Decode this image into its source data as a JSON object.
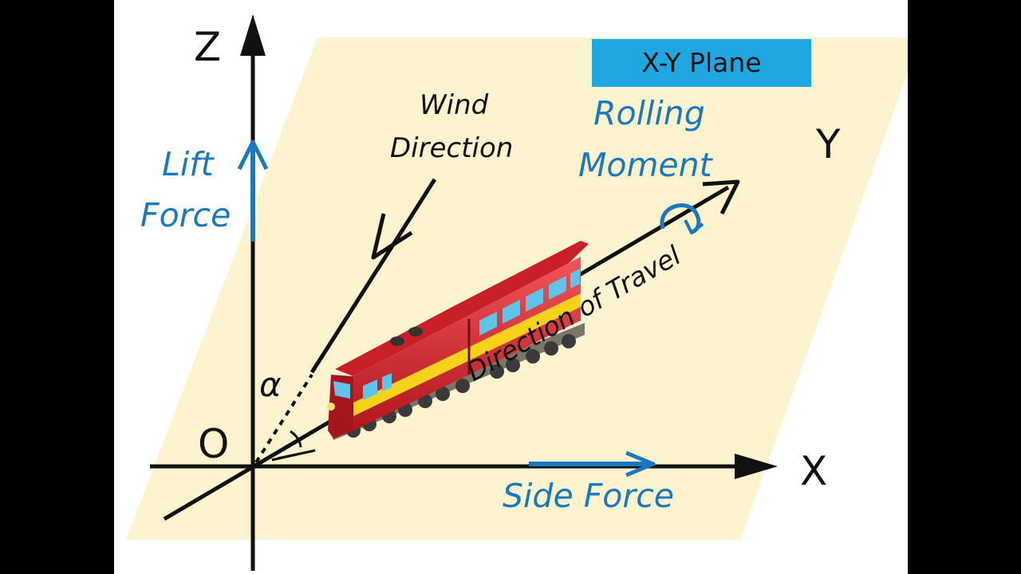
{
  "plane_label": "X-Y Plane",
  "axes": {
    "z": "Z",
    "y": "Y",
    "x": "X",
    "origin": "O"
  },
  "angle_symbol": "α",
  "forces": {
    "lift": [
      "Lift",
      "Force"
    ],
    "rolling": [
      "Rolling",
      "Moment"
    ],
    "side": "Side Force"
  },
  "wind": [
    "Wind",
    "Direction"
  ],
  "travel": "Direction of Travel",
  "colors": {
    "plane_fill": "#fdf3cf",
    "force_blue": "#1a78c0",
    "label_box": "#1ea7e0",
    "train_red": "#d8232a",
    "train_stripe": "#f7d21b",
    "window_blue": "#5ec4ea"
  }
}
